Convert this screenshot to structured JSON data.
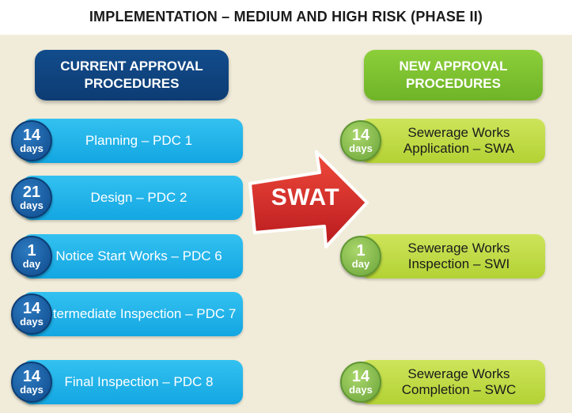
{
  "title": "IMPLEMENTATION – MEDIUM AND HIGH RISK (PHASE II)",
  "current": {
    "header": "CURRENT APPROVAL PROCEDURES",
    "steps": [
      {
        "days": "14",
        "unit": "days",
        "label": "Planning – PDC 1"
      },
      {
        "days": "21",
        "unit": "days",
        "label": "Design – PDC 2"
      },
      {
        "days": "1",
        "unit": "day",
        "label": "Notice Start Works – PDC 6"
      },
      {
        "days": "14",
        "unit": "days",
        "label": "Intermediate Inspection – PDC 7"
      },
      {
        "days": "14",
        "unit": "days",
        "label": "Final Inspection – PDC 8"
      }
    ]
  },
  "arrow_label": "SWAT",
  "new": {
    "header": "NEW APPROVAL PROCEDURES",
    "steps": [
      {
        "days": "14",
        "unit": "days",
        "label": "Sewerage Works Application – SWA"
      },
      {
        "days": "1",
        "unit": "day",
        "label": "Sewerage Works Inspection – SWI"
      },
      {
        "days": "14",
        "unit": "days",
        "label": "Sewerage Works Completion – SWC"
      }
    ]
  },
  "colors": {
    "current_header": "#0d3c73",
    "new_header": "#7dc030",
    "current_step": "#1fb0e8",
    "new_step": "#bfdc44",
    "arrow": "#d8282a",
    "background": "#f1ecd9"
  }
}
